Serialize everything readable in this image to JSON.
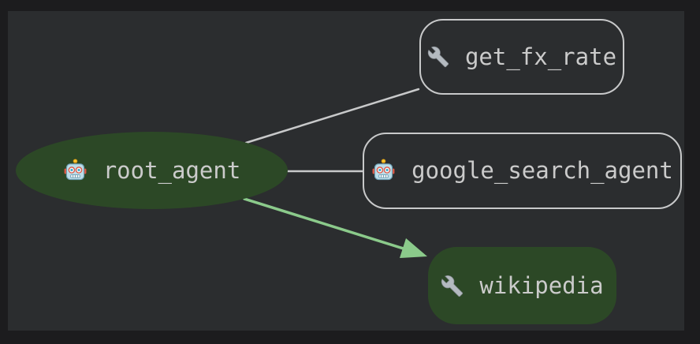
{
  "graph": {
    "nodes": [
      {
        "id": "root_agent",
        "label": "root_agent",
        "icon": "robot-icon",
        "shape": "ellipse",
        "fill": "green"
      },
      {
        "id": "get_fx_rate",
        "label": "get_fx_rate",
        "icon": "wrench-icon",
        "shape": "rounded-rect",
        "fill": "outline"
      },
      {
        "id": "google_search_agent",
        "label": "google_search_agent",
        "icon": "robot-icon",
        "shape": "rounded-rect",
        "fill": "outline"
      },
      {
        "id": "wikipedia",
        "label": "wikipedia",
        "icon": "wrench-icon",
        "shape": "rounded-rect",
        "fill": "green"
      }
    ],
    "edges": [
      {
        "from": "root_agent",
        "to": "get_fx_rate",
        "style": "plain-line",
        "color": "#c8c9ca"
      },
      {
        "from": "root_agent",
        "to": "google_search_agent",
        "style": "plain-line",
        "color": "#c8c9ca"
      },
      {
        "from": "root_agent",
        "to": "wikipedia",
        "style": "arrow-highlight",
        "color": "#8bca8b"
      }
    ]
  },
  "colors": {
    "frame": "#1c1c1e",
    "canvas": "#2b2d2f",
    "node_border": "#c8c9ca",
    "edge": "#c8c9ca",
    "arrow_green": "#8bca8b",
    "green_fill": "#2c4826",
    "label_text": "#cbcbcb"
  }
}
